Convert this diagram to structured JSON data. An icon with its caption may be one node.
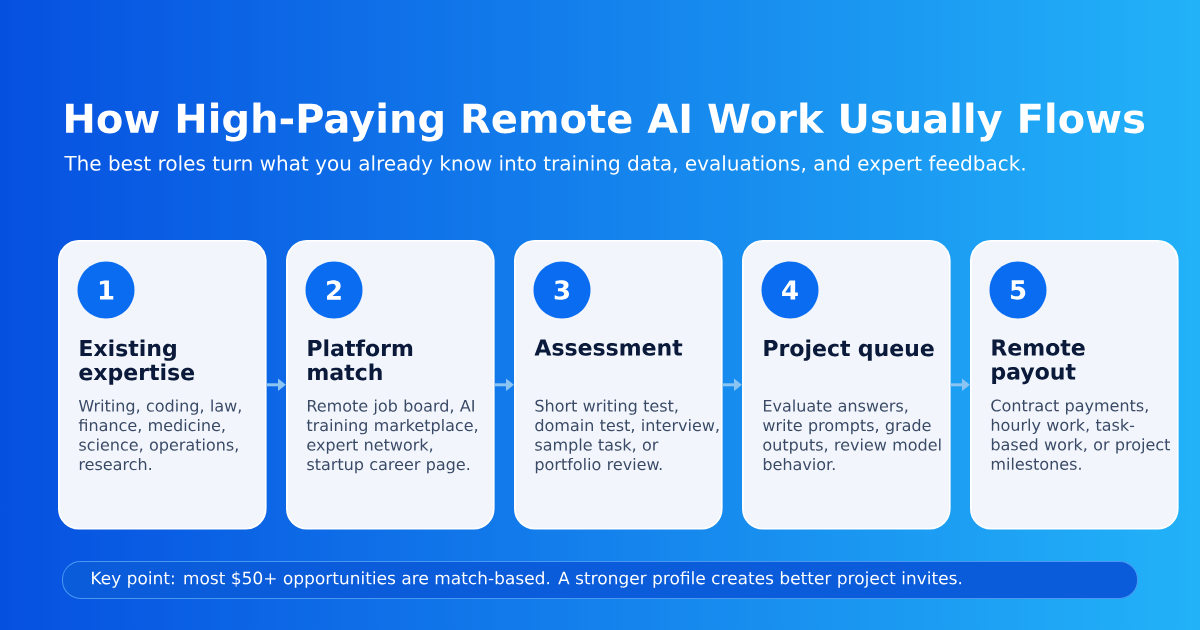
{
  "diagram": {
    "title": "How High-Paying Remote AI Work Usually Flows",
    "nodes": [
      {
        "text": [
          "1",
          "Existing expertise",
          "Writing, coding, law, finance, medicine, science, operations, research."
        ]
      },
      {
        "text": [
          "2",
          "Platform match",
          "Remote job board, AI training marketplace, expert network, startup career page."
        ]
      },
      {
        "text": [
          "3",
          "Assessment",
          "Short writing test, domain test, interview, sample task, or portfolio review."
        ]
      },
      {
        "text": [
          "4",
          "Project queue",
          "Evaluate answers, write prompts, grade outputs, review model behavior."
        ]
      },
      {
        "text": [
          "5",
          "Remote payout",
          "Contract payments, hourly work, task-based work, or project milestones."
        ]
      },
      {
        "text": [
          "Key point: most $50+ opportunities are match-based. A stronger profile creates better project invites."
        ]
      }
    ],
    "edges": [
      {
        "from": 0,
        "to": 1,
        "arrow": "to"
      },
      {
        "from": 1,
        "to": 2,
        "arrow": "to"
      },
      {
        "from": 2,
        "to": 3,
        "arrow": "to"
      },
      {
        "from": 3,
        "to": 4,
        "arrow": "to"
      }
    ],
    "labels": [
      "The best roles turn what you already know into training data, evaluations, and expert feedback."
    ]
  }
}
